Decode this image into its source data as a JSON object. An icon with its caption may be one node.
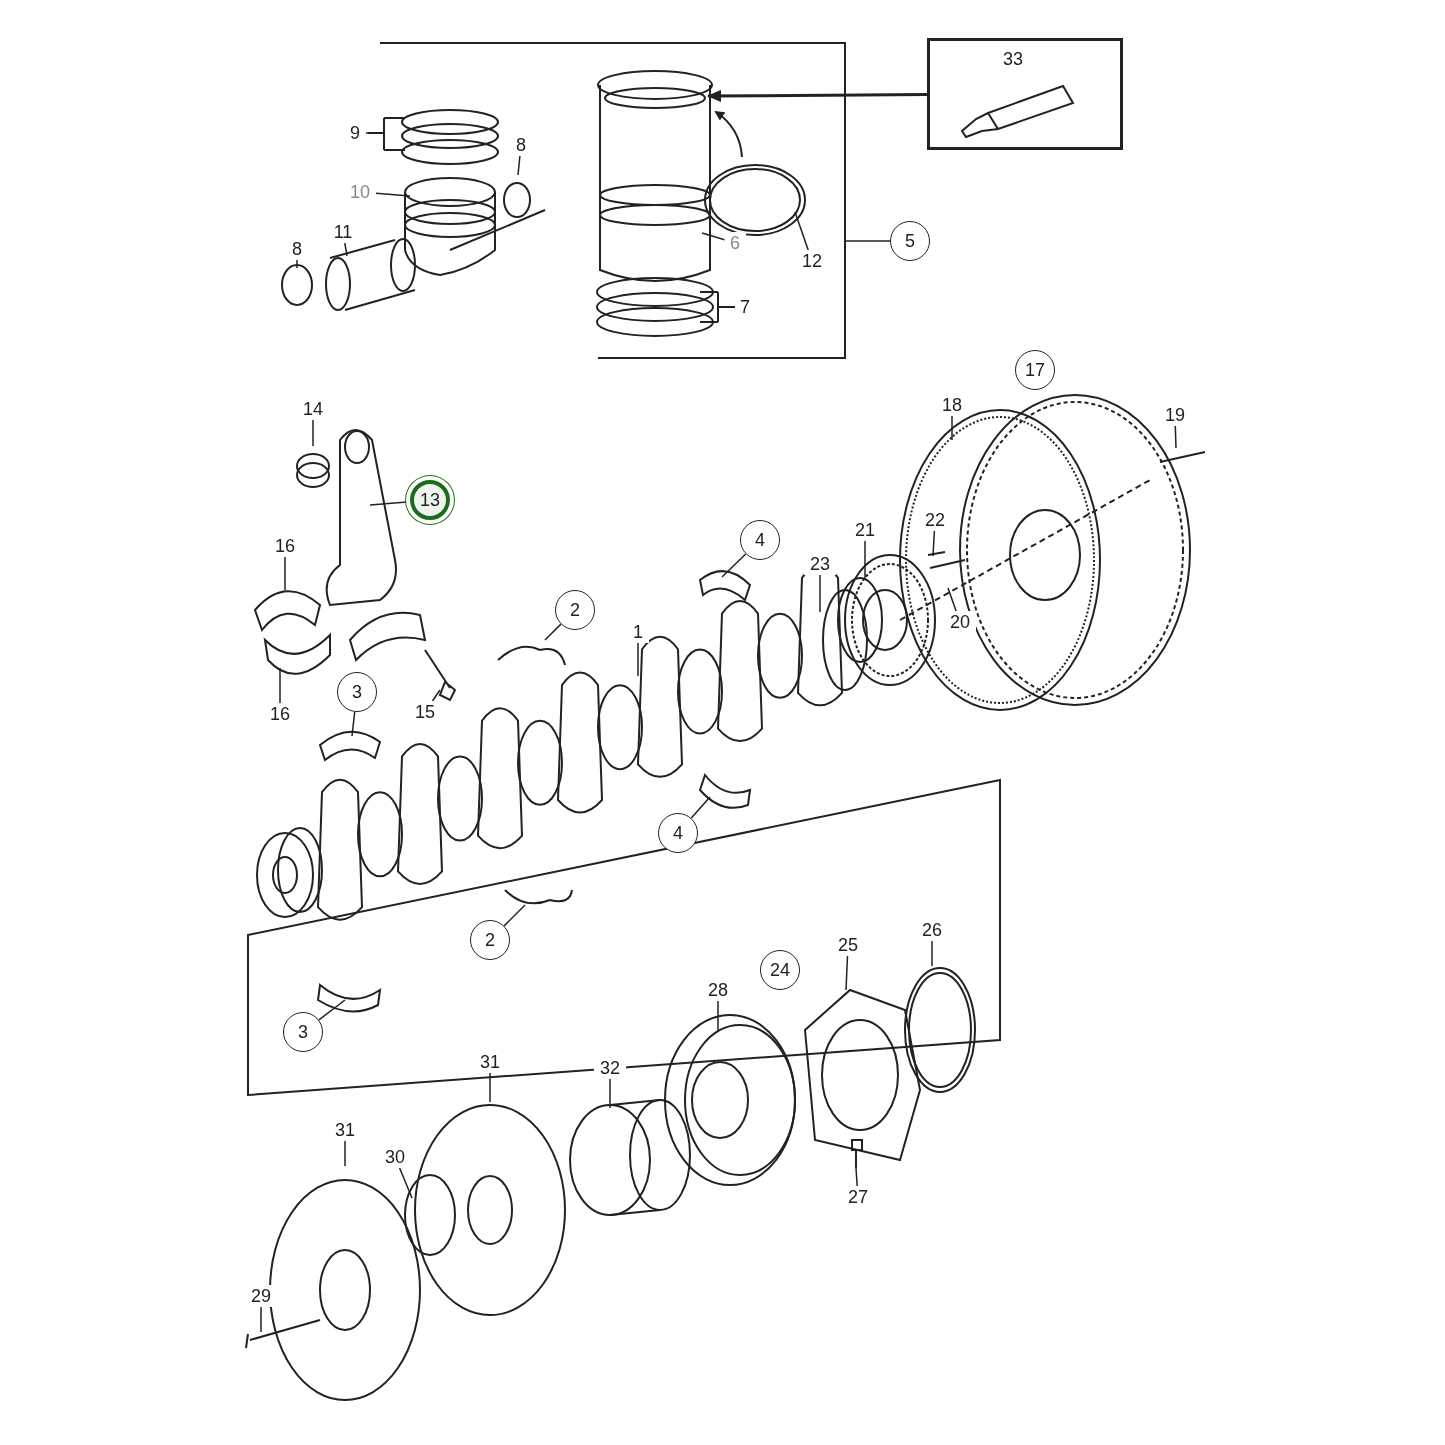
{
  "diagram": {
    "nodes": [
      {
        "text": [
          "33"
        ]
      },
      {
        "text": [
          "9"
        ]
      },
      {
        "text": [
          "8"
        ]
      },
      {
        "text": [
          "10"
        ]
      },
      {
        "text": [
          "11"
        ]
      },
      {
        "text": [
          "8"
        ]
      },
      {
        "text": [
          "6"
        ]
      },
      {
        "text": [
          "12"
        ]
      },
      {
        "text": [
          "5"
        ]
      },
      {
        "text": [
          "7"
        ]
      },
      {
        "text": [
          "17"
        ]
      },
      {
        "text": [
          "18"
        ]
      },
      {
        "text": [
          "19"
        ]
      },
      {
        "text": [
          "14"
        ]
      },
      {
        "text": [
          "13"
        ]
      },
      {
        "text": [
          "22"
        ]
      },
      {
        "text": [
          "21"
        ]
      },
      {
        "text": [
          "4"
        ]
      },
      {
        "text": [
          "16"
        ]
      },
      {
        "text": [
          "23"
        ]
      },
      {
        "text": [
          "2"
        ]
      },
      {
        "text": [
          "20"
        ]
      },
      {
        "text": [
          "1"
        ]
      },
      {
        "text": [
          "3"
        ]
      },
      {
        "text": [
          "16"
        ]
      },
      {
        "text": [
          "15"
        ]
      },
      {
        "text": [
          "4"
        ]
      },
      {
        "text": [
          "2"
        ]
      },
      {
        "text": [
          "25"
        ]
      },
      {
        "text": [
          "26"
        ]
      },
      {
        "text": [
          "24"
        ]
      },
      {
        "text": [
          "3"
        ]
      },
      {
        "text": [
          "28"
        ]
      },
      {
        "text": [
          "31"
        ]
      },
      {
        "text": [
          "32"
        ]
      },
      {
        "text": [
          "31"
        ]
      },
      {
        "text": [
          "30"
        ]
      },
      {
        "text": [
          "27"
        ]
      },
      {
        "text": [
          "29"
        ]
      }
    ],
    "edges": [
      {
        "from": 0,
        "to": null,
        "arrow": "to"
      },
      {
        "from": 1,
        "to": null,
        "arrow": "none"
      },
      {
        "from": 2,
        "to": null,
        "arrow": "none"
      },
      {
        "from": 3,
        "to": null,
        "arrow": "none"
      },
      {
        "from": 4,
        "to": null,
        "arrow": "none"
      },
      {
        "from": 5,
        "to": null,
        "arrow": "none"
      },
      {
        "from": 6,
        "to": null,
        "arrow": "none"
      },
      {
        "from": 7,
        "to": null,
        "arrow": "none"
      },
      {
        "from": 8,
        "to": null,
        "arrow": "none"
      },
      {
        "from": 9,
        "to": null,
        "arrow": "none"
      },
      {
        "from": 11,
        "to": null,
        "arrow": "none"
      },
      {
        "from": 12,
        "to": null,
        "arrow": "none"
      },
      {
        "from": 13,
        "to": null,
        "arrow": "none"
      },
      {
        "from": 14,
        "to": null,
        "arrow": "none"
      },
      {
        "from": 15,
        "to": null,
        "arrow": "none"
      },
      {
        "from": 16,
        "to": null,
        "arrow": "none"
      },
      {
        "from": 17,
        "to": null,
        "arrow": "none"
      },
      {
        "from": 18,
        "to": null,
        "arrow": "none"
      },
      {
        "from": 19,
        "to": null,
        "arrow": "none"
      },
      {
        "from": 20,
        "to": null,
        "arrow": "none"
      },
      {
        "from": 21,
        "to": null,
        "arrow": "none"
      },
      {
        "from": 22,
        "to": null,
        "arrow": "none"
      },
      {
        "from": 23,
        "to": null,
        "arrow": "none"
      },
      {
        "from": 24,
        "to": null,
        "arrow": "none"
      },
      {
        "from": 25,
        "to": null,
        "arrow": "none"
      },
      {
        "from": 26,
        "to": null,
        "arrow": "none"
      },
      {
        "from": 27,
        "to": null,
        "arrow": "none"
      },
      {
        "from": 28,
        "to": null,
        "arrow": "none"
      },
      {
        "from": 29,
        "to": null,
        "arrow": "none"
      },
      {
        "from": 31,
        "to": null,
        "arrow": "none"
      },
      {
        "from": 32,
        "to": null,
        "arrow": "none"
      },
      {
        "from": 33,
        "to": null,
        "arrow": "none"
      },
      {
        "from": 34,
        "to": null,
        "arrow": "none"
      },
      {
        "from": 35,
        "to": null,
        "arrow": "none"
      },
      {
        "from": 36,
        "to": null,
        "arrow": "none"
      },
      {
        "from": 37,
        "to": null,
        "arrow": "none"
      },
      {
        "from": 38,
        "to": null,
        "arrow": "none"
      }
    ]
  }
}
